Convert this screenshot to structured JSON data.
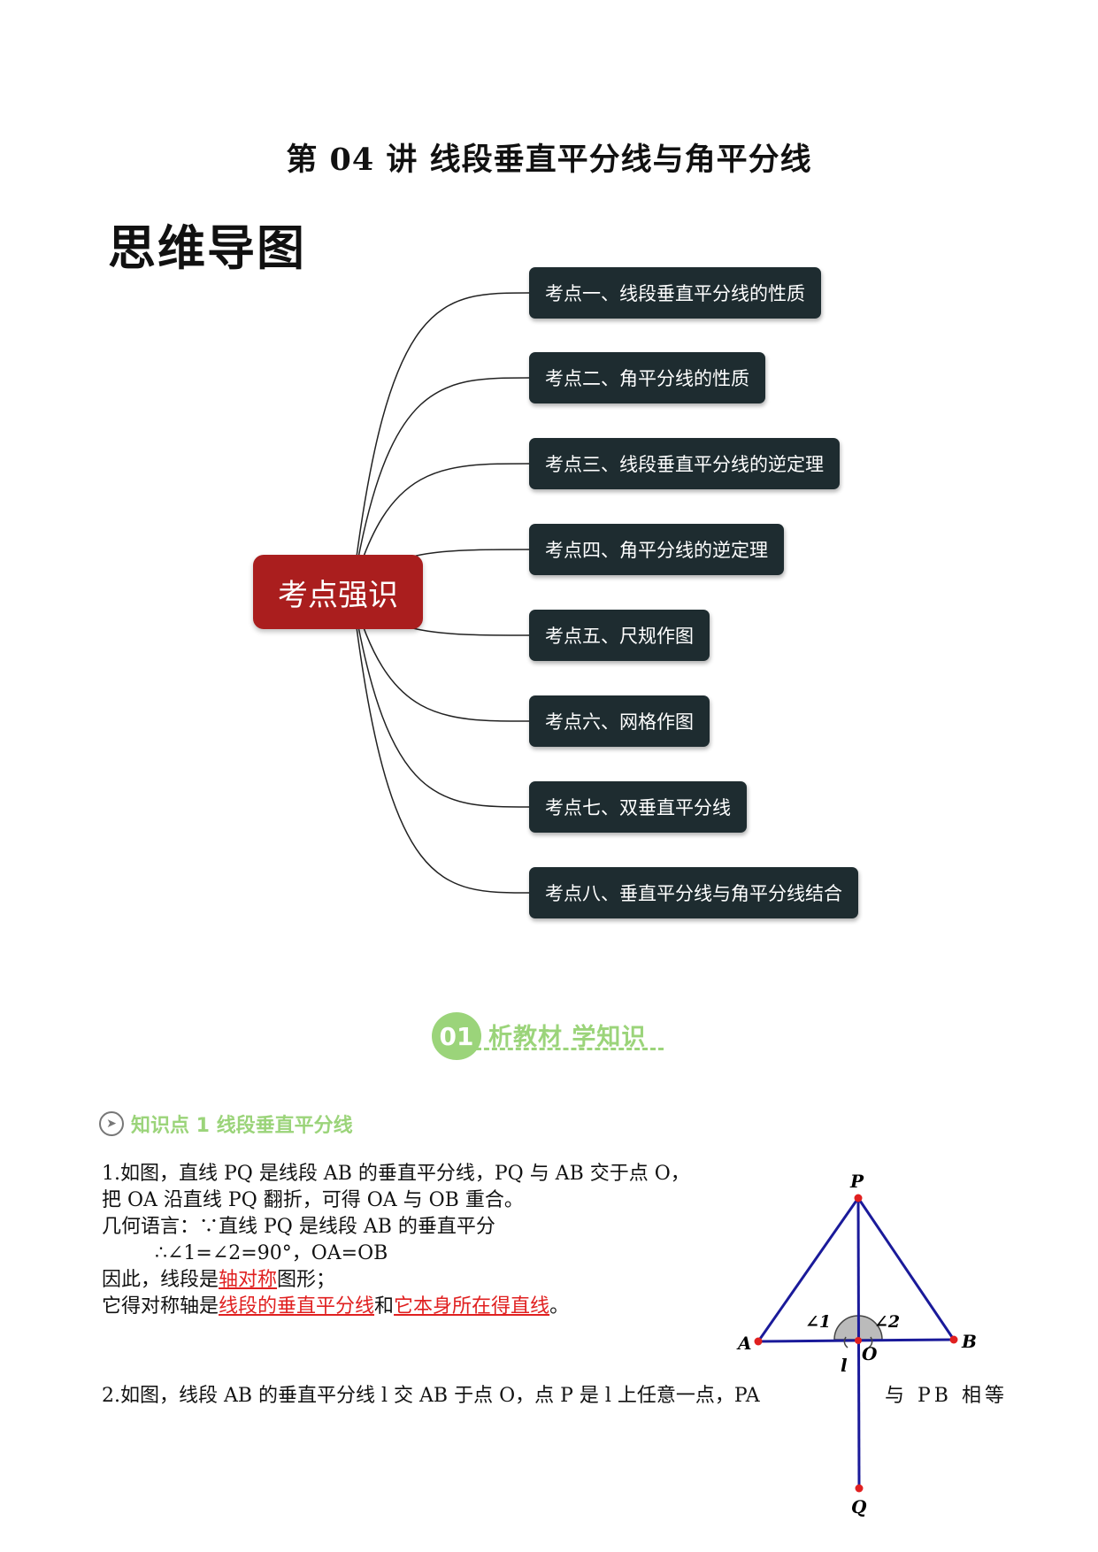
{
  "document": {
    "title": "第 04 讲  线段垂直平分线与角平分线",
    "mindmap_heading": "思维导图"
  },
  "mindmap": {
    "root": "考点强识",
    "branches": [
      "考点一、线段垂直平分线的性质",
      "考点二、角平分线的性质",
      "考点三、线段垂直平分线的逆定理",
      "考点四、角平分线的逆定理",
      "考点五、尺规作图",
      "考点六、网格作图",
      "考点七、双垂直平分线",
      "考点八、垂直平分线与角平分线结合"
    ]
  },
  "section": {
    "number": "01",
    "title": "析教材 学知识"
  },
  "knowledge_point": {
    "icon": "arrow-circle-icon",
    "title": "知识点 1 线段垂直平分线"
  },
  "content": {
    "p1_line1": "1.如图，直线 PQ 是线段 AB 的垂直平分线，PQ 与 AB 交于点 O，",
    "p1_line2": "把 OA 沿直线 PQ 翻折，可得 OA 与 OB 重合。",
    "p1_line3": "几何语言：∵直线 PQ 是线段 AB 的垂直平分",
    "p1_line4": "∴∠1=∠2=90°，OA=OB",
    "p1_line5_pre": "因此，线段是",
    "p1_line5_red": "轴对称",
    "p1_line5_post": "图形；",
    "p1_line6_pre": "它得对称轴是",
    "p1_line6_red1": "线段的垂直平分线",
    "p1_line6_mid": "和",
    "p1_line6_red2": "它本身所在得直线",
    "p1_line6_post": "。",
    "p2_line1": "2.如图，线段 AB 的垂直平分线 l 交 AB 于点 O，点 P 是 l 上任意一点，PA",
    "p2_line1_tail": "与 PB 相等"
  },
  "figure": {
    "labels": {
      "P": "P",
      "A": "A",
      "B": "B",
      "O": "O",
      "Q": "Q",
      "l": "l",
      "angle1": "∠1",
      "angle2": "∠2"
    },
    "colors": {
      "line": "#1a1a9a",
      "point": "#e02020",
      "angle_fill": "#bbbbbb"
    }
  }
}
